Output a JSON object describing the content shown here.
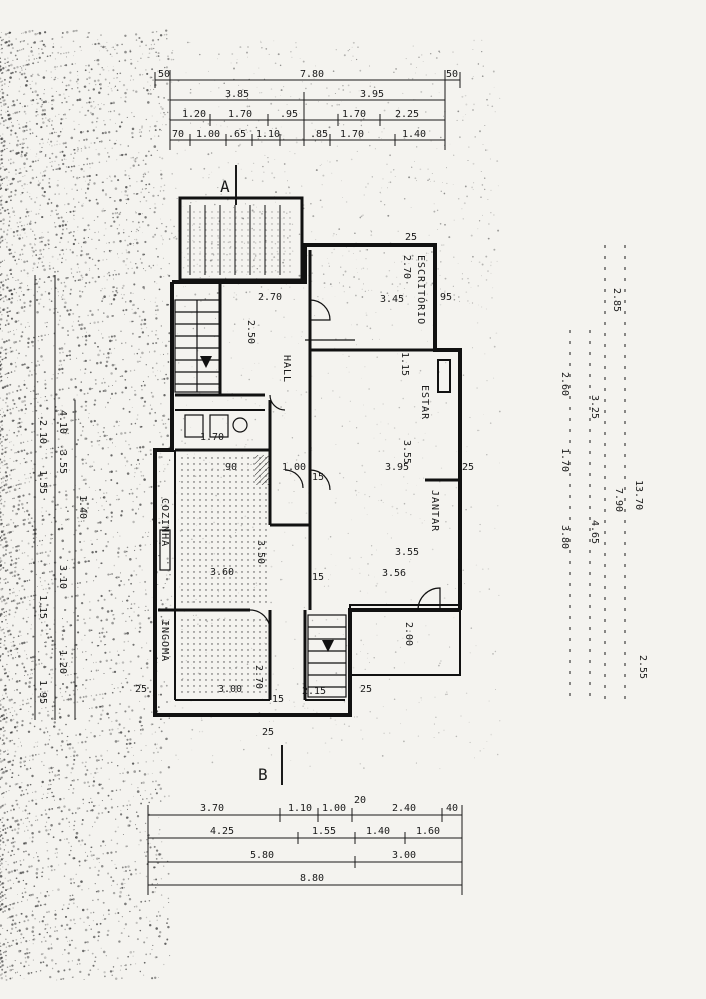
{
  "colors": {
    "paper": "#f4f3ef",
    "ink": "#1a1a1a",
    "speckle": "#3a3a3a"
  },
  "section_labels": {
    "a": "A",
    "b": "B"
  },
  "rooms": {
    "escritorio": "ESCRITÓRIO",
    "hall": "HALL",
    "estar": "ESTAR",
    "jantar": "JANTAR",
    "cozinha": "COZINHA",
    "ingoma": "INGOMA"
  },
  "top_dims": {
    "row1": [
      "50",
      "7.80",
      "50"
    ],
    "row2": [
      "3.85",
      "3.95"
    ],
    "row3": [
      "1.20",
      "1.70",
      ".95",
      "1.70",
      "2.25"
    ],
    "row4": [
      "70",
      "1.00",
      ".65",
      "1.10",
      ".85",
      "1.70",
      "1.40"
    ]
  },
  "bottom_dims": {
    "row1": [
      "3.70",
      "1.10",
      "1.00",
      "20",
      "2.40",
      "40"
    ],
    "row2": [
      "4.25",
      "1.55",
      "1.40",
      "1.60"
    ],
    "row3": [
      "5.80",
      "3.00"
    ],
    "row4": [
      "8.80"
    ]
  },
  "right_dims": [
    "13.70",
    "2.85",
    "2.60",
    "3.25",
    "1.70",
    "7.90",
    "4.65",
    "3.80",
    "2.55"
  ],
  "left_dims": [
    "4.10",
    "3.55",
    "1.40",
    "2.10",
    "1.55",
    "3.10",
    "1.15",
    "1.20",
    "1.95"
  ],
  "interior_dims": {
    "esc_w": "2.70",
    "esc_d": "3.45",
    "d95": "95",
    "d25a": "25",
    "stair_w": "2.70",
    "hall_d": "2.50",
    "wc_w": "1.70",
    "d90": "90",
    "d1_00": "1.00",
    "d15a": "15",
    "estar_w": "3.95",
    "estar_d": "3.55",
    "d25b": "25",
    "coz_d": "3.60",
    "coz_w": "3.50",
    "jantar_w": "3.55",
    "jantar_d": "3.56",
    "terrace": "2.00",
    "ing_w": "3.00",
    "ing_d": "2.70",
    "stair2_w": "2.15",
    "d15b": "15",
    "d25c": "25",
    "d25d": "25",
    "d25e": "25",
    "d15c": "15",
    "d1_15": "1.15"
  }
}
